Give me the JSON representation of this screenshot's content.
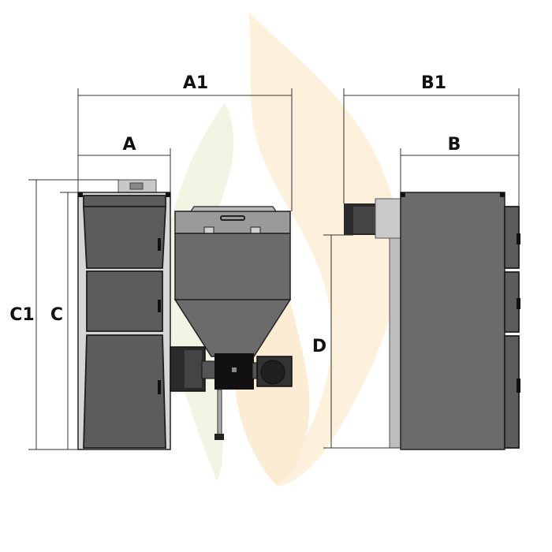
{
  "colors": {
    "body": "#6b6b6b",
    "panel": "#5c5c5c",
    "outline": "#1e1e1e",
    "light_grey": "#c8c8c8",
    "black": "#111111",
    "flame_orange": "#fbe7c8",
    "flame_green": "#eaf1d8"
  },
  "labels": {
    "A1": "A1",
    "A": "A",
    "B1": "B1",
    "B": "B",
    "C1": "C1",
    "C": "C",
    "D": "D"
  }
}
